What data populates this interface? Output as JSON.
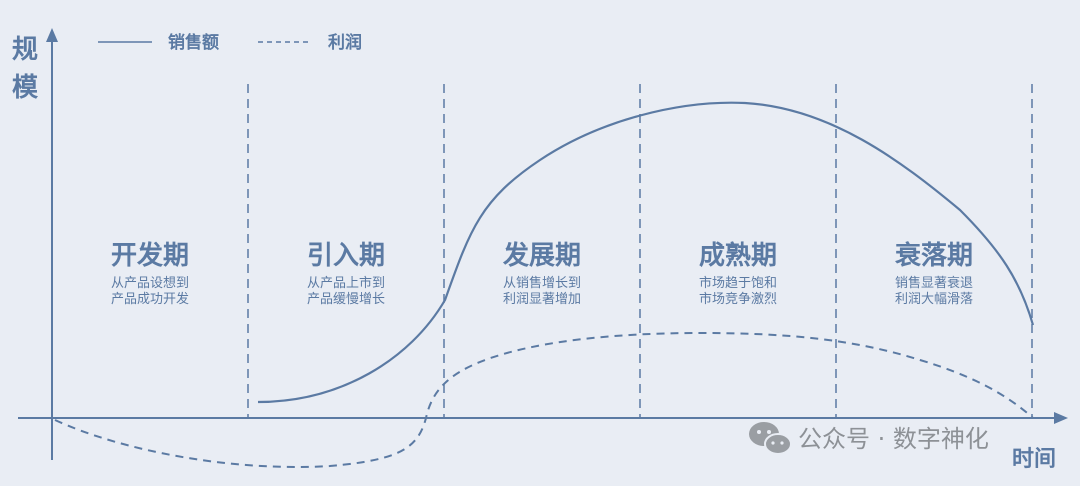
{
  "axes": {
    "y_label": [
      "规",
      "模"
    ],
    "x_label": "时间"
  },
  "legend": [
    {
      "name": "销售额",
      "style": "solid"
    },
    {
      "name": "利润",
      "style": "dashed"
    }
  ],
  "stages": [
    {
      "title": "开发期",
      "desc": [
        "从产品设想到",
        "产品成功开发"
      ]
    },
    {
      "title": "引入期",
      "desc": [
        "从产品上市到",
        "产品缓慢增长"
      ]
    },
    {
      "title": "发展期",
      "desc": [
        "从销售增长到",
        "利润显著增加"
      ]
    },
    {
      "title": "成熟期",
      "desc": [
        "市场趋于饱和",
        "市场竞争激烈"
      ]
    },
    {
      "title": "衰落期",
      "desc": [
        "销售显著衰退",
        "利润大幅滑落"
      ]
    }
  ],
  "watermark": "公众号 · 数字神化",
  "colors": {
    "line": "#5b7aa3",
    "background": "#e9edf4",
    "watermark": "#8d9196"
  }
}
